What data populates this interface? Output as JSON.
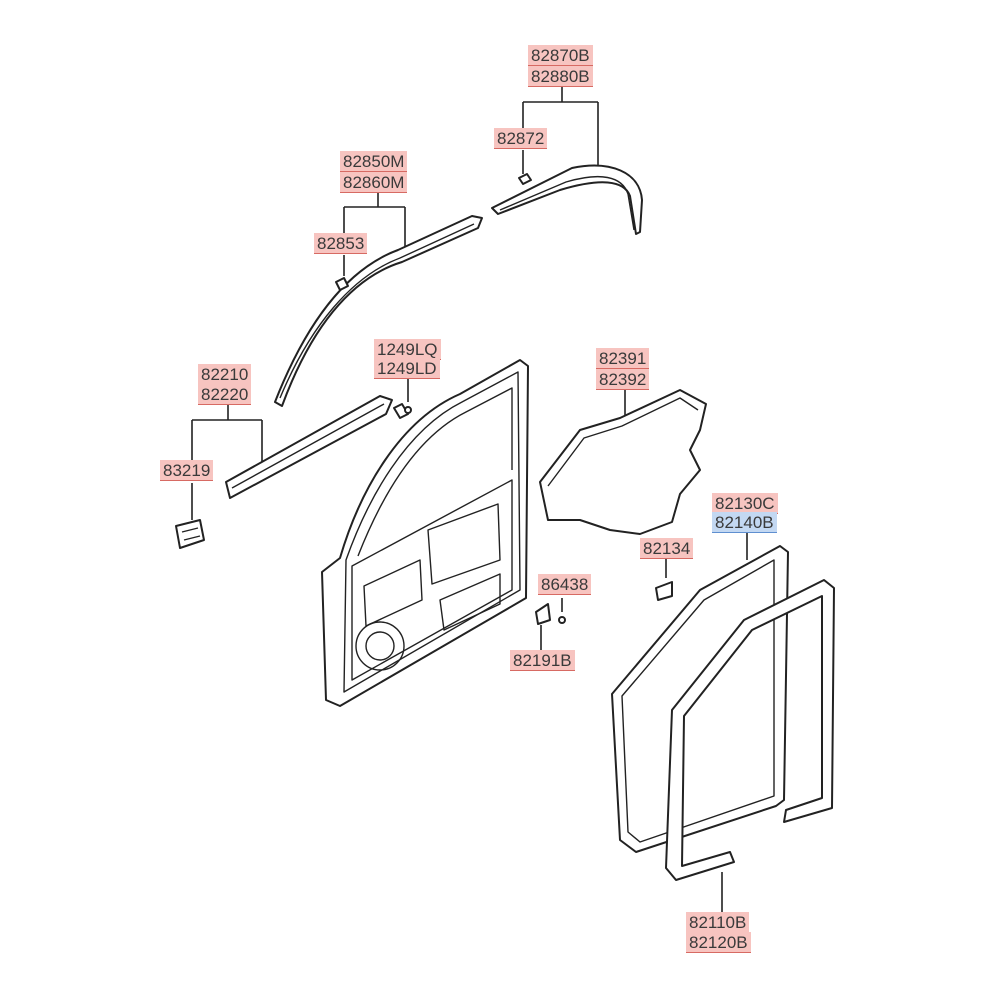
{
  "labels": {
    "p82870B": "82870B",
    "p82880B": "82880B",
    "p82872": "82872",
    "p82850M": "82850M",
    "p82860M": "82860M",
    "p82853": "82853",
    "p1249LQ": "1249LQ",
    "p1249LD": "1249LD",
    "p82210": "82210",
    "p82220": "82220",
    "p83219": "83219",
    "p82391": "82391",
    "p82392": "82392",
    "p82130C": "82130C",
    "p82140B": "82140B",
    "p82134": "82134",
    "p86438": "86438",
    "p82191B": "82191B",
    "p82110B": "82110B",
    "p82120B": "82120B"
  },
  "colors": {
    "label_highlight": "#f7c4c0",
    "label_selected": "#c3d8f2",
    "line": "#222222"
  }
}
